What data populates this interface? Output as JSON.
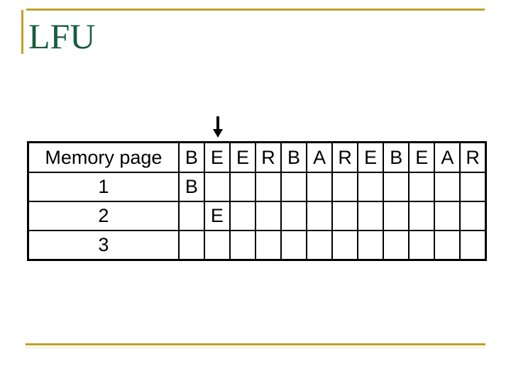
{
  "slide_title": "LFU",
  "table": {
    "header_label": "Memory page",
    "reference_sequence": [
      "B",
      "E",
      "E",
      "R",
      "B",
      "A",
      "R",
      "E",
      "B",
      "E",
      "A",
      "R"
    ],
    "rows": [
      {
        "label": "1",
        "cells": [
          "B",
          "",
          "",
          "",
          "",
          "",
          "",
          "",
          "",
          "",
          "",
          ""
        ]
      },
      {
        "label": "2",
        "cells": [
          "",
          "E",
          "",
          "",
          "",
          "",
          "",
          "",
          "",
          "",
          "",
          ""
        ]
      },
      {
        "label": "3",
        "cells": [
          "",
          "",
          "",
          "",
          "",
          "",
          "",
          "",
          "",
          "",
          "",
          ""
        ]
      }
    ]
  },
  "arrow": {
    "points_to_column": 2
  },
  "colors": {
    "accent_gold": "#BCA227",
    "title_green": "#175C3E",
    "highlight_purple": "#C178D8",
    "grid_black": "#000000"
  }
}
